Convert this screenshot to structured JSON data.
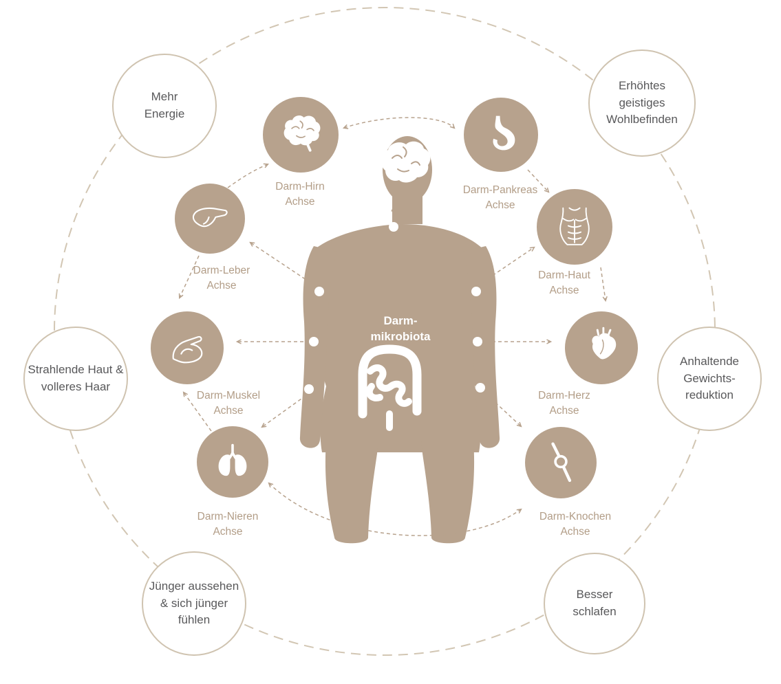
{
  "palette": {
    "tan": "#b7a28d",
    "ring": "#d2c6b3",
    "text_dark": "#58585a",
    "white": "#ffffff"
  },
  "center": {
    "lines": [
      "Darm-",
      "mikrobiota"
    ]
  },
  "axes": [
    {
      "id": "darm-hirn",
      "icon": "brain-icon",
      "lines": [
        "Darm-Hirn",
        "Achse"
      ]
    },
    {
      "id": "darm-pankreas",
      "icon": "stomach-icon",
      "lines": [
        "Darm-Pankreas",
        "Achse"
      ]
    },
    {
      "id": "darm-leber",
      "icon": "liver-icon",
      "lines": [
        "Darm-Leber",
        "Achse"
      ]
    },
    {
      "id": "darm-haut",
      "icon": "torso-abs-icon",
      "lines": [
        "Darm-Haut",
        "Achse"
      ]
    },
    {
      "id": "darm-muskel",
      "icon": "bicep-icon",
      "lines": [
        "Darm-Muskel",
        "Achse"
      ]
    },
    {
      "id": "darm-herz",
      "icon": "heart-icon",
      "lines": [
        "Darm-Herz",
        "Achse"
      ]
    },
    {
      "id": "darm-nieren",
      "icon": "lungs-icon",
      "lines": [
        "Darm-Nieren",
        "Achse"
      ]
    },
    {
      "id": "darm-knochen",
      "icon": "knee-joint-icon",
      "lines": [
        "Darm-Knochen",
        "Achse"
      ]
    }
  ],
  "benefits": [
    {
      "id": "mehr-energie",
      "lines": [
        "Mehr",
        "Energie",
        ""
      ]
    },
    {
      "id": "geistiges-wohlbefinden",
      "lines": [
        "Erhöhtes",
        "geistiges",
        "Wohlbefinden"
      ]
    },
    {
      "id": "haut-und-haar",
      "lines": [
        "Strahlende Haut &",
        "volleres Haar",
        ""
      ]
    },
    {
      "id": "gewichtsreduktion",
      "lines": [
        "Anhaltende",
        "Gewichts-",
        "reduktion"
      ]
    },
    {
      "id": "juenger-fuehlen",
      "lines": [
        "Jünger aussehen",
        "& sich jünger",
        "fühlen"
      ]
    },
    {
      "id": "besser-schlafen",
      "lines": [
        "Besser",
        "schlafen",
        ""
      ]
    }
  ]
}
